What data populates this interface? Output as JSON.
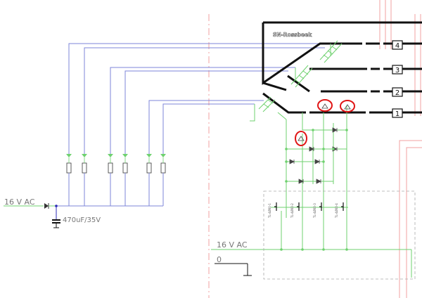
{
  "title": "SN-Rossbeek",
  "tracks": [
    "4",
    "3",
    "2",
    "1"
  ],
  "supply_left": "16 V AC",
  "capacitor": "470uF/35V",
  "supply_bottom": "16 V AC",
  "ground_label": "0",
  "button_labels": [
    "TL-4Ø00-1",
    "TL-4Ø00-2",
    "TL-4Ø00-3",
    "TL-4Ø00-4"
  ],
  "colors": {
    "wire_blue": "#7d86d8",
    "wire_green": "#6fd16f",
    "track_black": "#111111",
    "highlight_red": "#e01515",
    "frame_red": "#f0a0a0"
  }
}
